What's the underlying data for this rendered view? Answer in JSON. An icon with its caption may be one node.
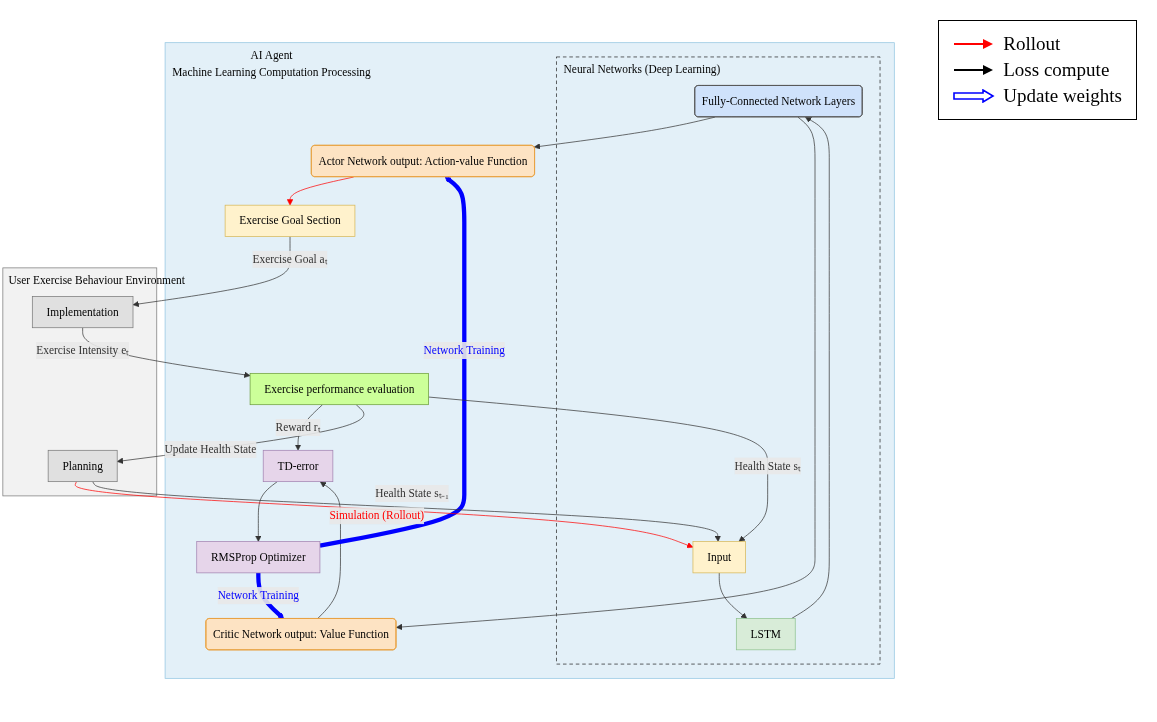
{
  "diagram": {
    "nodes": [
      {
        "text": [
          "AI Agent",
          "Machine Learning Computation Processing"
        ]
      },
      {
        "text": [
          "Neural Networks (Deep Learning)"
        ],
        "in": 0
      },
      {
        "text": [
          "Fully-Connected Network Layers"
        ],
        "in": 1
      },
      {
        "text": [
          "LSTM"
        ],
        "in": 1
      },
      {
        "text": [
          "Input"
        ],
        "in": 1
      },
      {
        "text": [
          "Actor Network output: Action-value Function"
        ],
        "in": 0
      },
      {
        "text": [
          "Exercise Goal Section"
        ],
        "in": 0
      },
      {
        "text": [
          "Critic Network output: Value Function"
        ],
        "in": 0
      },
      {
        "text": [
          "TD-error"
        ],
        "in": 0
      },
      {
        "text": [
          "RMSProp Optimizer"
        ],
        "in": 0
      },
      {
        "text": [
          "Exercise performance evaluation"
        ],
        "in": 0
      },
      {
        "text": [
          "User Exercise Behaviour Environment"
        ]
      },
      {
        "text": [
          "Planning"
        ],
        "in": 11
      },
      {
        "text": [
          "Implementation"
        ],
        "in": 11
      }
    ],
    "edges": [
      {
        "from": 4,
        "to": 3,
        "arrow": "to"
      },
      {
        "from": 3,
        "to": 2,
        "arrow": "to"
      },
      {
        "from": 2,
        "to": 5,
        "arrow": "to"
      },
      {
        "from": 2,
        "to": 7,
        "arrow": "to"
      },
      {
        "from": 5,
        "to": 6,
        "arrow": "to",
        "color": "#ff0000"
      },
      {
        "from": 7,
        "to": 8,
        "arrow": "to"
      },
      {
        "from": 8,
        "to": 9,
        "arrow": "to"
      },
      {
        "from": 9,
        "to": 5,
        "arrow": "to",
        "label": "Network Training",
        "style": "thick",
        "color": "#0000ff"
      },
      {
        "from": 9,
        "to": 7,
        "arrow": "to",
        "label": "Network Training",
        "style": "thick",
        "color": "#0000ff"
      },
      {
        "from": 10,
        "to": 8,
        "arrow": "to",
        "label": "Reward rₜ"
      },
      {
        "from": 10,
        "to": 4,
        "arrow": "to",
        "label": "Health State sₜ"
      },
      {
        "from": 6,
        "to": 13,
        "arrow": "to",
        "label": "Exercise Goal aₜ"
      },
      {
        "from": 12,
        "to": 4,
        "arrow": "to",
        "label": "Simulation (Rollout)",
        "color": "#ff0000"
      },
      {
        "from": 12,
        "to": 4,
        "arrow": "to",
        "label": "Health State sₜ₋₁"
      },
      {
        "from": 10,
        "to": 12,
        "arrow": "to",
        "label": "Update Health State"
      },
      {
        "from": 13,
        "to": 10,
        "arrow": "to",
        "label": "Exercise Intensity eₜ"
      }
    ],
    "legend": [
      {
        "text": "Rollout"
      },
      {
        "text": "Loss compute"
      },
      {
        "text": "Update weights"
      }
    ]
  }
}
